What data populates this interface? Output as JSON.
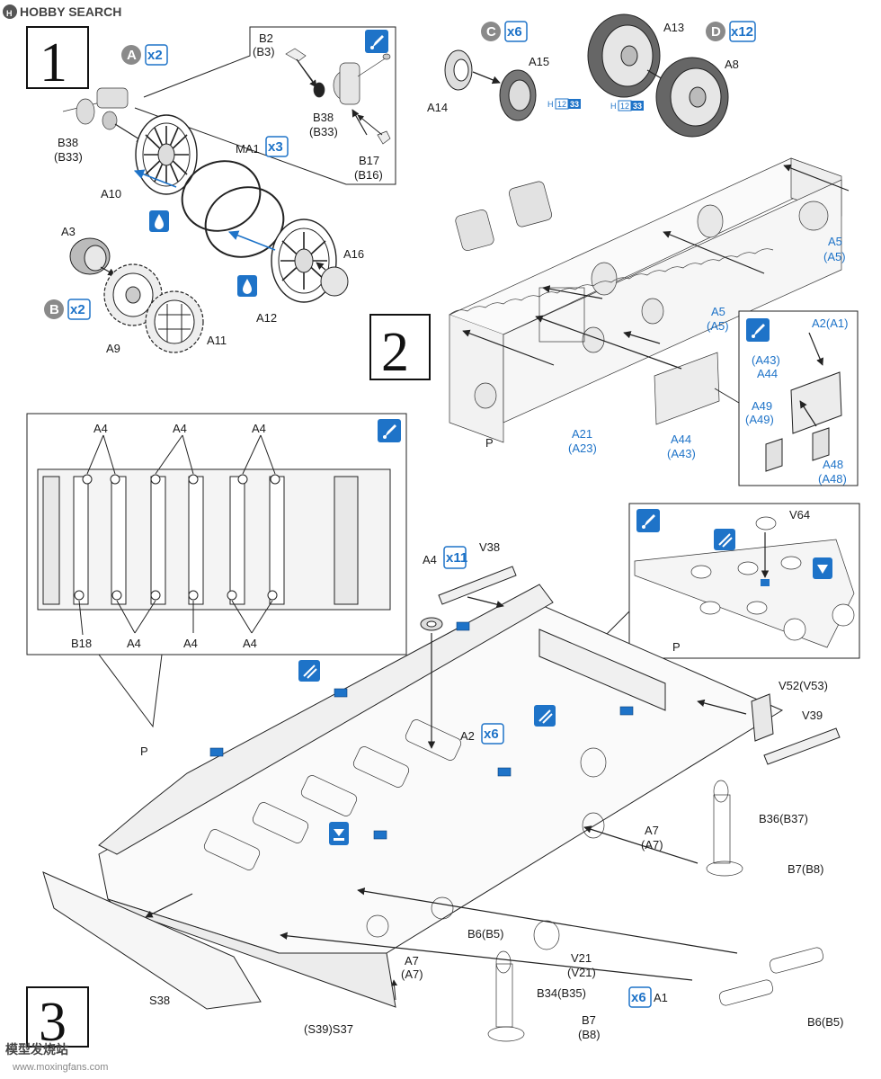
{
  "watermark": {
    "brand": "HOBBY SEARCH",
    "bottom_left": "模型发烧站",
    "bottom_url": "www.moxingfans.com"
  },
  "steps": {
    "step1": {
      "number": "1"
    },
    "step2": {
      "number": "2"
    },
    "step3": {
      "number": "3"
    }
  },
  "badges": {
    "A": {
      "letter": "A",
      "count": "x2"
    },
    "B": {
      "letter": "B",
      "count": "x2"
    },
    "C": {
      "letter": "C",
      "count": "x6"
    },
    "D": {
      "letter": "D",
      "count": "x12"
    },
    "MA1": {
      "count": "x3"
    },
    "A4": {
      "count": "x11"
    },
    "A2": {
      "count": "x6"
    },
    "A1": {
      "count": "x6"
    }
  },
  "paint_codes": {
    "A15": {
      "prefix": "H",
      "c1": "12",
      "c2": "33"
    },
    "A13": {
      "prefix": "H",
      "c1": "12",
      "c2": "33"
    }
  },
  "labels": {
    "step1": {
      "B2": "B2",
      "B3": "(B3)",
      "B38": "B38",
      "B33": "(B33)",
      "B38b": "B38",
      "B33b": "(B33)",
      "B17": "B17",
      "B16": "(B16)",
      "A10": "A10",
      "MA1": "MA1",
      "A3": "A3",
      "A16": "A16",
      "A12": "A12",
      "A9": "A9",
      "A11": "A11"
    },
    "wheels": {
      "A14": "A14",
      "A15": "A15",
      "A13": "A13",
      "A8": "A8"
    },
    "step2": {
      "A5a": "A5",
      "A5a_alt": "(A5)",
      "A5b": "A5",
      "A5b_alt": "(A5)",
      "A2": "A2(A1)",
      "A43": "(A43)",
      "A44": "A44",
      "A49": "A49",
      "A49_alt": "(A49)",
      "A48": "A48",
      "A48_alt": "(A48)",
      "A21": "A21",
      "A21_alt": "(A23)",
      "A44b": "A44",
      "A43b": "(A43)",
      "P": "P"
    },
    "inset3": {
      "A4_1": "A4",
      "A4_2": "A4",
      "A4_3": "A4",
      "B18": "B18",
      "A4_4": "A4",
      "A4_5": "A4",
      "A4_6": "A4"
    },
    "inset_right": {
      "V64": "V64",
      "P": "P"
    },
    "step3": {
      "A4": "A4",
      "V38": "V38",
      "P": "P",
      "A2": "A2",
      "V52": "V52(V53)",
      "V39": "V39",
      "B36": "B36(B37)",
      "A7a": "A7",
      "A7a_alt": "(A7)",
      "B7a": "B7(B8)",
      "B6a": "B6(B5)",
      "A7b": "A7",
      "A7b_alt": "(A7)",
      "V21": "V21",
      "V21_alt": "(V21)",
      "B34": "B34(B35)",
      "S38": "S38",
      "S37": "(S39)S37",
      "B7b": "B7",
      "B7b_alt": "(B8)",
      "A1": "A1",
      "B6b": "B6(B5)"
    }
  },
  "colors": {
    "accent_blue": "#1e73c8",
    "ink": "#1a1a1a",
    "badge_grey": "#8a8a8a"
  }
}
